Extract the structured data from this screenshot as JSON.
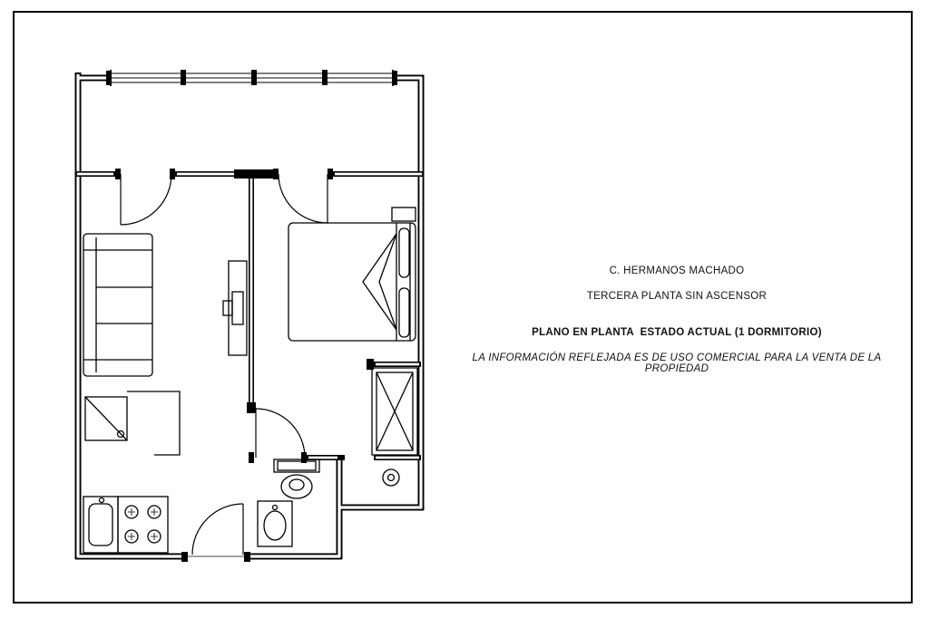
{
  "page": {
    "background": "#ffffff",
    "ink": "#000000"
  },
  "annotations": {
    "address": "C. HERMANOS MACHADO",
    "floor_info": "TERCERA PLANTA SIN ASCENSOR",
    "plan_title": "PLANO EN PLANTA  ESTADO ACTUAL (1 DORMITORIO)",
    "disclaimer": "LA INFORMACIÓN REFLEJADA ES DE USO COMERCIAL PARA LA VENTA DE LA PROPIEDAD"
  }
}
